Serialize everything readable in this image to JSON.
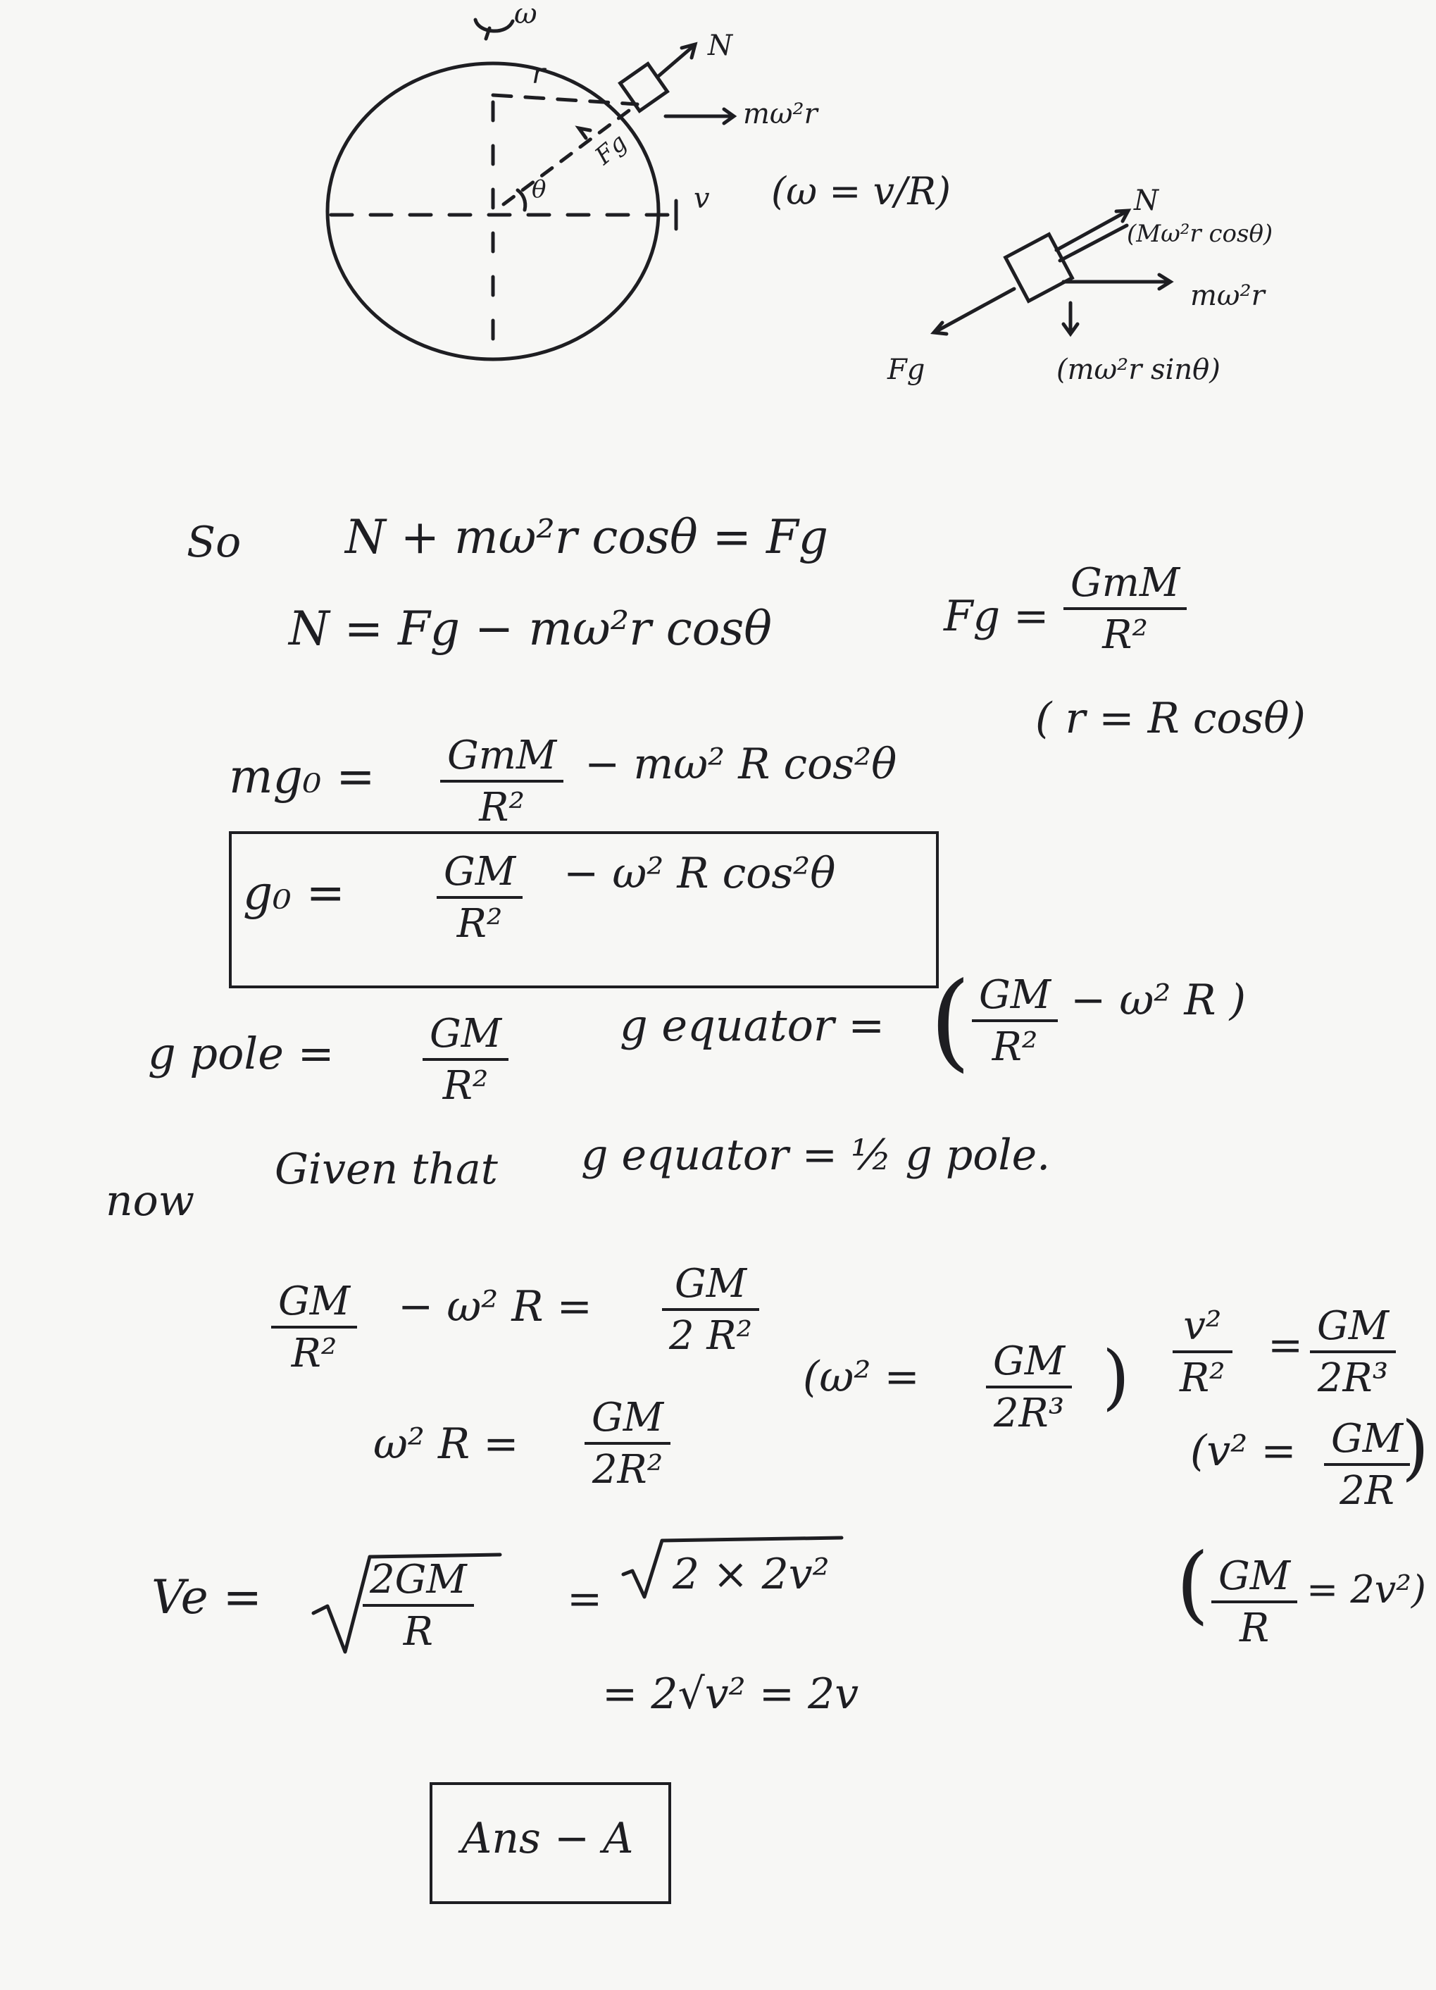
{
  "diagram": {
    "omega_top": "ω",
    "radius_label": "r",
    "fg_label": "Fg",
    "theta_label": "θ",
    "normal_label": "N",
    "centrifugal_label": "mω²r",
    "velocity_label": "v",
    "omega_relation": "(ω = v/R)",
    "fbd_normal": "N",
    "fbd_normal_comp": "(Mω²r cosθ)",
    "fbd_centrifugal": "mω²r",
    "fbd_fg": "Fg",
    "fbd_sin_comp": "(mω²r sinθ)"
  },
  "solution": {
    "so_label": "So",
    "eq1": "N + mω²r cosθ = Fg",
    "eq2": "N = Fg − mω²r cosθ",
    "fg_lhs": "Fg =",
    "fg_num": "GmM",
    "fg_den": "R²",
    "r_relation": "( r = R cosθ)",
    "mg0_lhs": "mg₀ =",
    "mg0_num": "GmM",
    "mg0_den": "R²",
    "mg0_rest": "− mω² R cos²θ",
    "g0_lhs": "g₀ =",
    "g0_num": "GM",
    "g0_den": "R²",
    "g0_rest": "− ω² R cos²θ",
    "gpole_lhs": "g pole =",
    "gpole_num": "GM",
    "gpole_den": "R²",
    "geq_lhs": "g equator =",
    "geq_open": "(",
    "geq_num": "GM",
    "geq_den": "R²",
    "geq_rest": "− ω² R )",
    "now_label": "now",
    "given_text": "Given that",
    "given_eq": "g equator = ½ g pole.",
    "step1_num": "GM",
    "step1_den": "R²",
    "step1_mid": "− ω² R =",
    "step1_rnum": "GM",
    "step1_rden": "2 R²",
    "step2_lhs": "ω² R =",
    "step2_num": "GM",
    "step2_den": "2R²",
    "omega2_lhs": "(ω² =",
    "omega2_num": "GM",
    "omega2_den": "2R³",
    "omega2_close": ")",
    "v2_num": "v²",
    "v2_den": "R²",
    "v2_eq": "=",
    "v2_rnum": "GM",
    "v2_rden": "2R³",
    "v2b_lhs": "(v² =",
    "v2b_num": "GM",
    "v2b_den": "2R",
    "v2b_close": ")",
    "ve_lhs": "Ve =",
    "ve_num": "2GM",
    "ve_den": "R",
    "ve_mid": "=",
    "ve_sqrt2": "2 × 2v²",
    "ve_result": "= 2√v² = 2v",
    "gmr_open": "(",
    "gmr_num": "GM",
    "gmr_den": "R",
    "gmr_rest": "= 2v²)",
    "answer": "Ans − A"
  }
}
